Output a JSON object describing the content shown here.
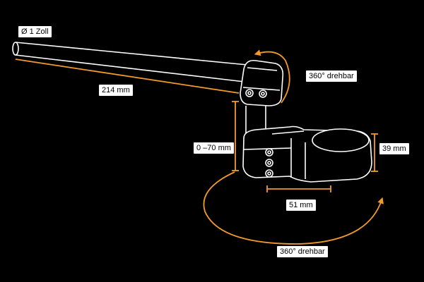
{
  "labels": {
    "diameter": "Ø 1 Zoll",
    "bar_length": "214 mm",
    "rotation_top": "360° drehbar",
    "height_range": "0 –70 mm",
    "clamp_height": "39 mm",
    "clamp_width": "51 mm",
    "rotation_bottom": "360° drehbar"
  },
  "colors": {
    "background": "#000000",
    "accent": "#f39a2b",
    "outline": "#ffffff",
    "label_bg": "#ffffff",
    "label_text": "#000000"
  }
}
